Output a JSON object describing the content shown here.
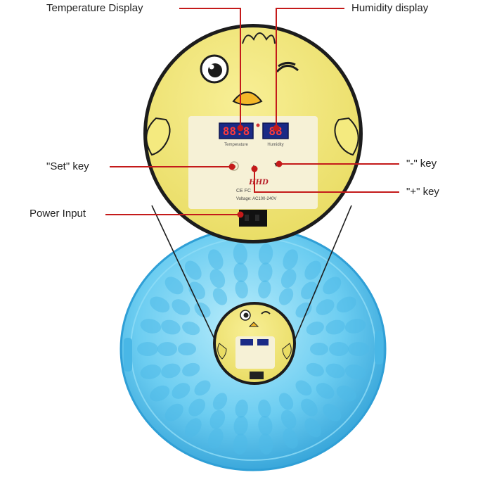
{
  "callouts": {
    "temperature": "Temperature Display",
    "humidity": "Humidity display",
    "set_key": "\"Set\" key",
    "minus_key": "\"-\" key",
    "plus_key": "\"+\" key",
    "power": "Power Input"
  },
  "panel": {
    "temp_reading": "88.8",
    "hum_reading": "88",
    "temp_caption": "Temperature",
    "hum_caption": "Humidity",
    "brand": "HHD",
    "cert": "CE FC",
    "voltage": "Voltage: AC100-240V"
  },
  "colors": {
    "callout_line": "#c41a1a",
    "lid_yellow": "#f1e678",
    "lid_rim": "#1c1c1c",
    "panel_cream": "#f6f1d6",
    "display_blue": "#1a2a86",
    "led_red": "#ff3a3a",
    "base_blue": "#5ec7ef",
    "base_blue_dark": "#2f9fd6"
  }
}
